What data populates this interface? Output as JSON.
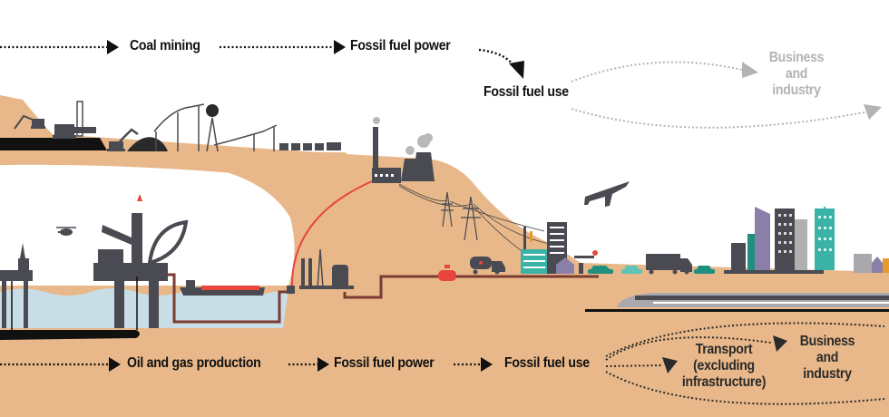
{
  "coal_chain": {
    "step1": "Coal mining",
    "step2": "Fossil fuel power",
    "step3": "Fossil fuel use",
    "end_business": [
      "Business",
      "and",
      "industry"
    ]
  },
  "oil_gas_chain": {
    "step1": "Oil and gas production",
    "step2": "Fossil fuel power",
    "step3": "Fossil fuel use",
    "transport": [
      "Transport",
      "(excluding",
      "infrastructure)"
    ],
    "business": [
      "Business",
      "and",
      "industry"
    ]
  },
  "colors": {
    "ground": "#e8b88a",
    "water": "#c9dde6",
    "machinery": "#4a4a52",
    "pipeline": "#e8453c",
    "coal": "#111111",
    "teal": "#3ab3a6",
    "purple": "#8a7fa8",
    "grey_label": "#b3b3b3"
  }
}
